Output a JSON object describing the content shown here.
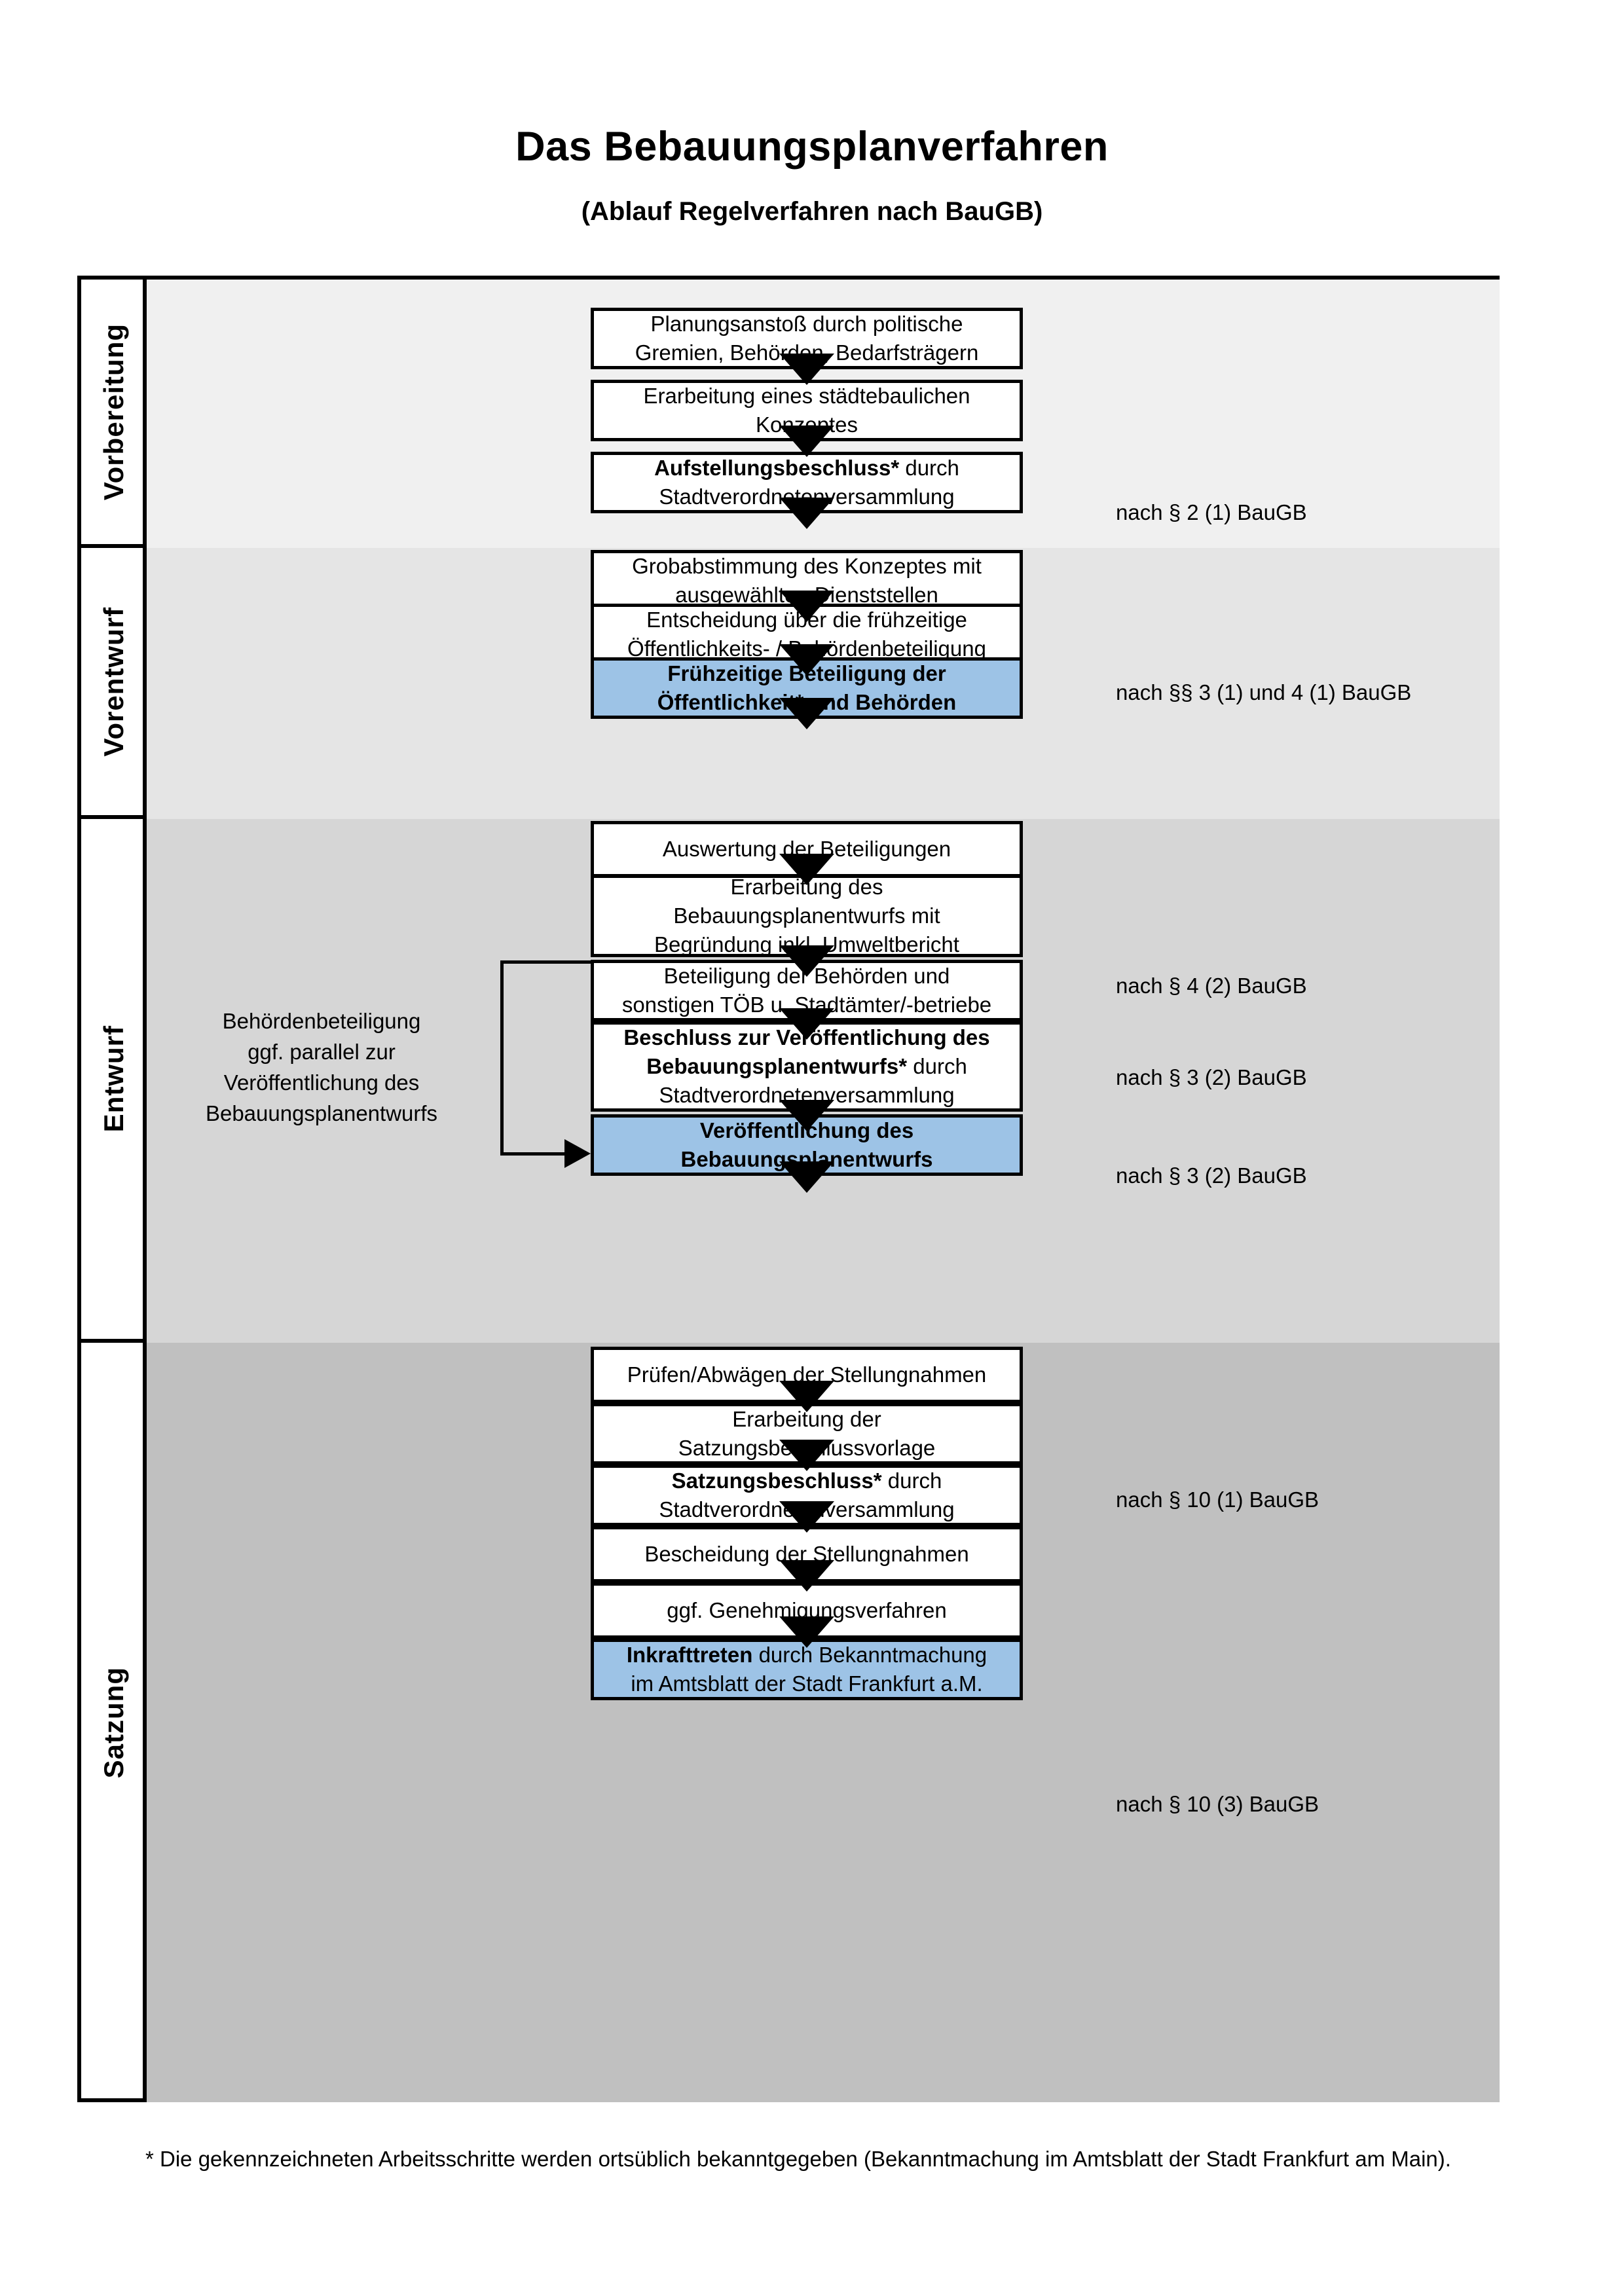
{
  "titles": {
    "main": "Das Bebauungsplanverfahren",
    "sub": "(Ablauf Regelverfahren nach BauGB)"
  },
  "phases": [
    {
      "id": "vorbereitung",
      "label": "Vorbereitung",
      "band_color": "#F0F0F0"
    },
    {
      "id": "vorentwurf",
      "label": "Vorentwurf",
      "band_color": "#E5E5E5"
    },
    {
      "id": "entwurf",
      "label": "Entwurf",
      "band_color": "#D6D6D6"
    },
    {
      "id": "satzung",
      "label": "Satzung",
      "band_color": "#C0C0C0"
    }
  ],
  "nodes": [
    {
      "id": "n1",
      "phase": "vorbereitung",
      "highlight": false,
      "lines": [
        {
          "text": "Planungsanstoß durch politische",
          "bold": false
        },
        {
          "text": "Gremien, Behörden, Bedarfsträgern",
          "bold": false
        }
      ]
    },
    {
      "id": "n2",
      "phase": "vorbereitung",
      "highlight": false,
      "lines": [
        {
          "text": "Erarbeitung eines städtebaulichen",
          "bold": false
        },
        {
          "text": "Konzeptes",
          "bold": false
        }
      ]
    },
    {
      "id": "n3",
      "phase": "vorbereitung",
      "highlight": false,
      "lines": [
        {
          "text": "Aufstellungsbeschluss*",
          "bold": true,
          "suffix": " durch"
        },
        {
          "text": "Stadtverordnetenversammlung",
          "bold": false
        }
      ]
    },
    {
      "id": "n4",
      "phase": "vorentwurf",
      "highlight": false,
      "lines": [
        {
          "text": "Grobabstimmung des Konzeptes mit",
          "bold": false
        },
        {
          "text": "ausgewählten Dienststellen",
          "bold": false
        }
      ]
    },
    {
      "id": "n5",
      "phase": "vorentwurf",
      "highlight": false,
      "lines": [
        {
          "text": "Entscheidung über die frühzeitige",
          "bold": false
        },
        {
          "text": "Öffentlichkeits- / Behördenbeteiligung",
          "bold": false
        }
      ]
    },
    {
      "id": "n6",
      "phase": "vorentwurf",
      "highlight": true,
      "lines": [
        {
          "text": "Frühzeitige Beteiligung der",
          "bold": true
        },
        {
          "text": "Öffentlichkeit* und Behörden",
          "bold": true
        }
      ]
    },
    {
      "id": "n7",
      "phase": "entwurf",
      "highlight": false,
      "lines": [
        {
          "text": "Auswertung der Beteiligungen",
          "bold": false
        }
      ]
    },
    {
      "id": "n8",
      "phase": "entwurf",
      "highlight": false,
      "lines": [
        {
          "text": "Erarbeitung des",
          "bold": false
        },
        {
          "text": "Bebauungsplanentwurfs mit",
          "bold": false
        },
        {
          "text": "Begründung inkl. Umweltbericht",
          "bold": false
        }
      ]
    },
    {
      "id": "n9",
      "phase": "entwurf",
      "highlight": false,
      "lines": [
        {
          "text": "Beteiligung der Behörden und",
          "bold": false
        },
        {
          "text": "sonstigen TÖB u. Stadtämter/-betriebe",
          "bold": false
        }
      ]
    },
    {
      "id": "n10",
      "phase": "entwurf",
      "highlight": false,
      "lines": [
        {
          "text": "Beschluss zur Veröffentlichung des",
          "bold": true
        },
        {
          "text": "Bebauungsplanentwurfs*",
          "bold": true,
          "suffix": " durch"
        },
        {
          "text": "Stadtverordnetenversammlung",
          "bold": false
        }
      ]
    },
    {
      "id": "n11",
      "phase": "entwurf",
      "highlight": true,
      "lines": [
        {
          "text": "Veröffentlichung des",
          "bold": true
        },
        {
          "text": "Bebauungsplanentwurfs",
          "bold": true
        }
      ]
    },
    {
      "id": "n12",
      "phase": "satzung",
      "highlight": false,
      "lines": [
        {
          "text": "Prüfen/Abwägen der Stellungnahmen",
          "bold": false
        }
      ]
    },
    {
      "id": "n13",
      "phase": "satzung",
      "highlight": false,
      "lines": [
        {
          "text": "Erarbeitung der",
          "bold": false
        },
        {
          "text": "Satzungsbeschlussvorlage",
          "bold": false
        }
      ]
    },
    {
      "id": "n14",
      "phase": "satzung",
      "highlight": false,
      "lines": [
        {
          "text": "Satzungsbeschluss*",
          "bold": true,
          "suffix": " durch"
        },
        {
          "text": "Stadtverordnetenversammlung",
          "bold": false
        }
      ]
    },
    {
      "id": "n15",
      "phase": "satzung",
      "highlight": false,
      "lines": [
        {
          "text": "Bescheidung der Stellungnahmen",
          "bold": false
        }
      ]
    },
    {
      "id": "n16",
      "phase": "satzung",
      "highlight": false,
      "lines": [
        {
          "text": "ggf. Genehmigungsverfahren",
          "bold": false
        }
      ]
    },
    {
      "id": "n17",
      "phase": "satzung",
      "highlight": true,
      "lines": [
        {
          "text": "Inkrafttreten",
          "bold": true,
          "suffix": " durch Bekanntmachung"
        },
        {
          "text": "im Amtsblatt der Stadt Frankfurt a.M.",
          "bold": false
        }
      ]
    }
  ],
  "law_notes": [
    {
      "id": "l1",
      "text": "nach § 2 (1) BauGB"
    },
    {
      "id": "l2",
      "text": "nach §§ 3 (1) und 4 (1) BauGB"
    },
    {
      "id": "l3",
      "text": "nach § 4 (2) BauGB"
    },
    {
      "id": "l4",
      "text": "nach § 3 (2) BauGB"
    },
    {
      "id": "l5",
      "text": "nach § 3 (2) BauGB"
    },
    {
      "id": "l6",
      "text": "nach § 10 (1) BauGB"
    },
    {
      "id": "l7",
      "text": "nach § 10 (3) BauGB"
    }
  ],
  "left_note": {
    "lines": [
      "Behördenbeteiligung",
      "ggf. parallel zur",
      "Veröffentlichung des",
      "Bebauungsplanentwurfs"
    ]
  },
  "footnote": {
    "text": "* Die gekennzeichneten Arbeitsschritte werden ortsüblich bekanntgegeben (Bekanntmachung im Amtsblatt  der Stadt Frankfurt am Main)."
  },
  "colors": {
    "highlight": "#9DC3E6",
    "stroke": "#000000",
    "page": "#FFFFFF"
  }
}
